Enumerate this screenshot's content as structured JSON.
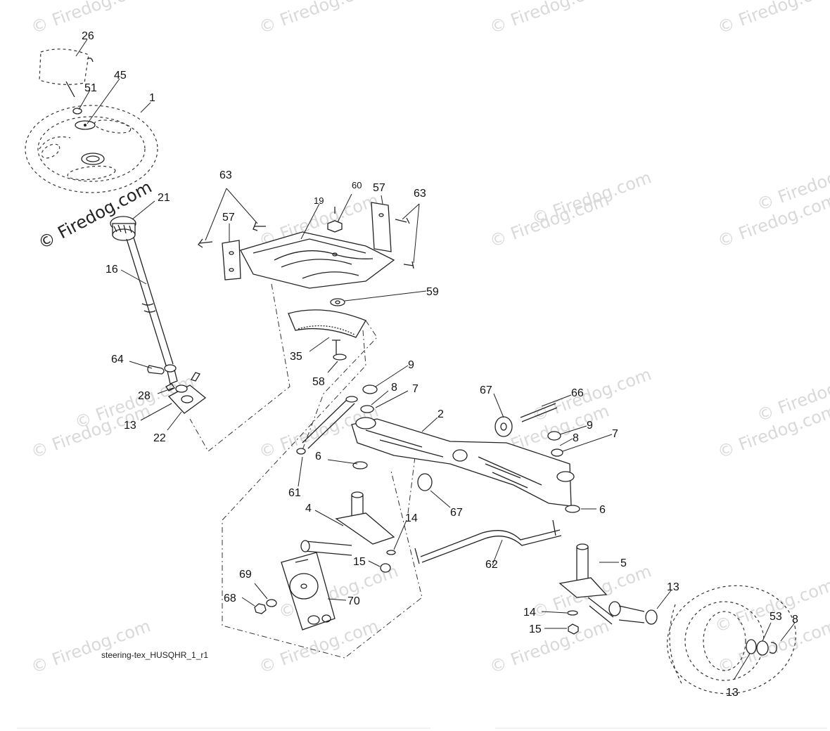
{
  "caption": "steering-tex_HUSQHR_1_r1",
  "watermark": "© Firedog.com",
  "watermark_primary": "© Firedog.com",
  "callouts": {
    "c26": "26",
    "c45": "45",
    "c51": "51",
    "c1": "1",
    "c21": "21",
    "c16": "16",
    "c64": "64",
    "c28": "28",
    "c13a": "13",
    "c22": "22",
    "c63a": "63",
    "c19": "19",
    "c60": "60",
    "c57a": "57",
    "c63b": "63",
    "c57b": "57",
    "c59": "59",
    "c35": "35",
    "c58": "58",
    "c9a": "9",
    "c8a": "8",
    "c7a": "7",
    "c2": "2",
    "c67a": "67",
    "c66": "66",
    "c9b": "9",
    "c8b": "8",
    "c7b": "7",
    "c6a": "6",
    "c61": "61",
    "c67b": "67",
    "c6b": "6",
    "c4": "4",
    "c14a": "14",
    "c15a": "15",
    "c62": "62",
    "c5": "5",
    "c69": "69",
    "c68": "68",
    "c70": "70",
    "c13b": "13",
    "c14b": "14",
    "c15b": "15",
    "c53": "53",
    "c8c": "8",
    "c13c": "13"
  }
}
